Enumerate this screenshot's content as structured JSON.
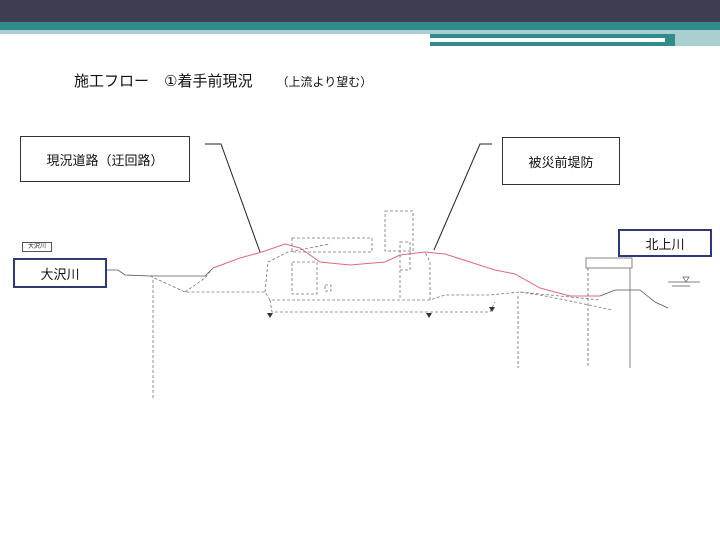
{
  "title": "施工フロー　①着手前現況",
  "title_note": "（上流より望む）",
  "labels": {
    "existing_road": "現況道路（迂回路）",
    "levee": "被災前堤防",
    "kitakami": "北上川",
    "osawa": "大沢川",
    "osawa_small": "大沢川"
  },
  "colors": {
    "top_bar": "#3d3e52",
    "accent": "#2f8c8b",
    "accent_light": "#a9cfd0",
    "ground_line": "#e06b7a",
    "callout_blue": "#2e3a78"
  }
}
